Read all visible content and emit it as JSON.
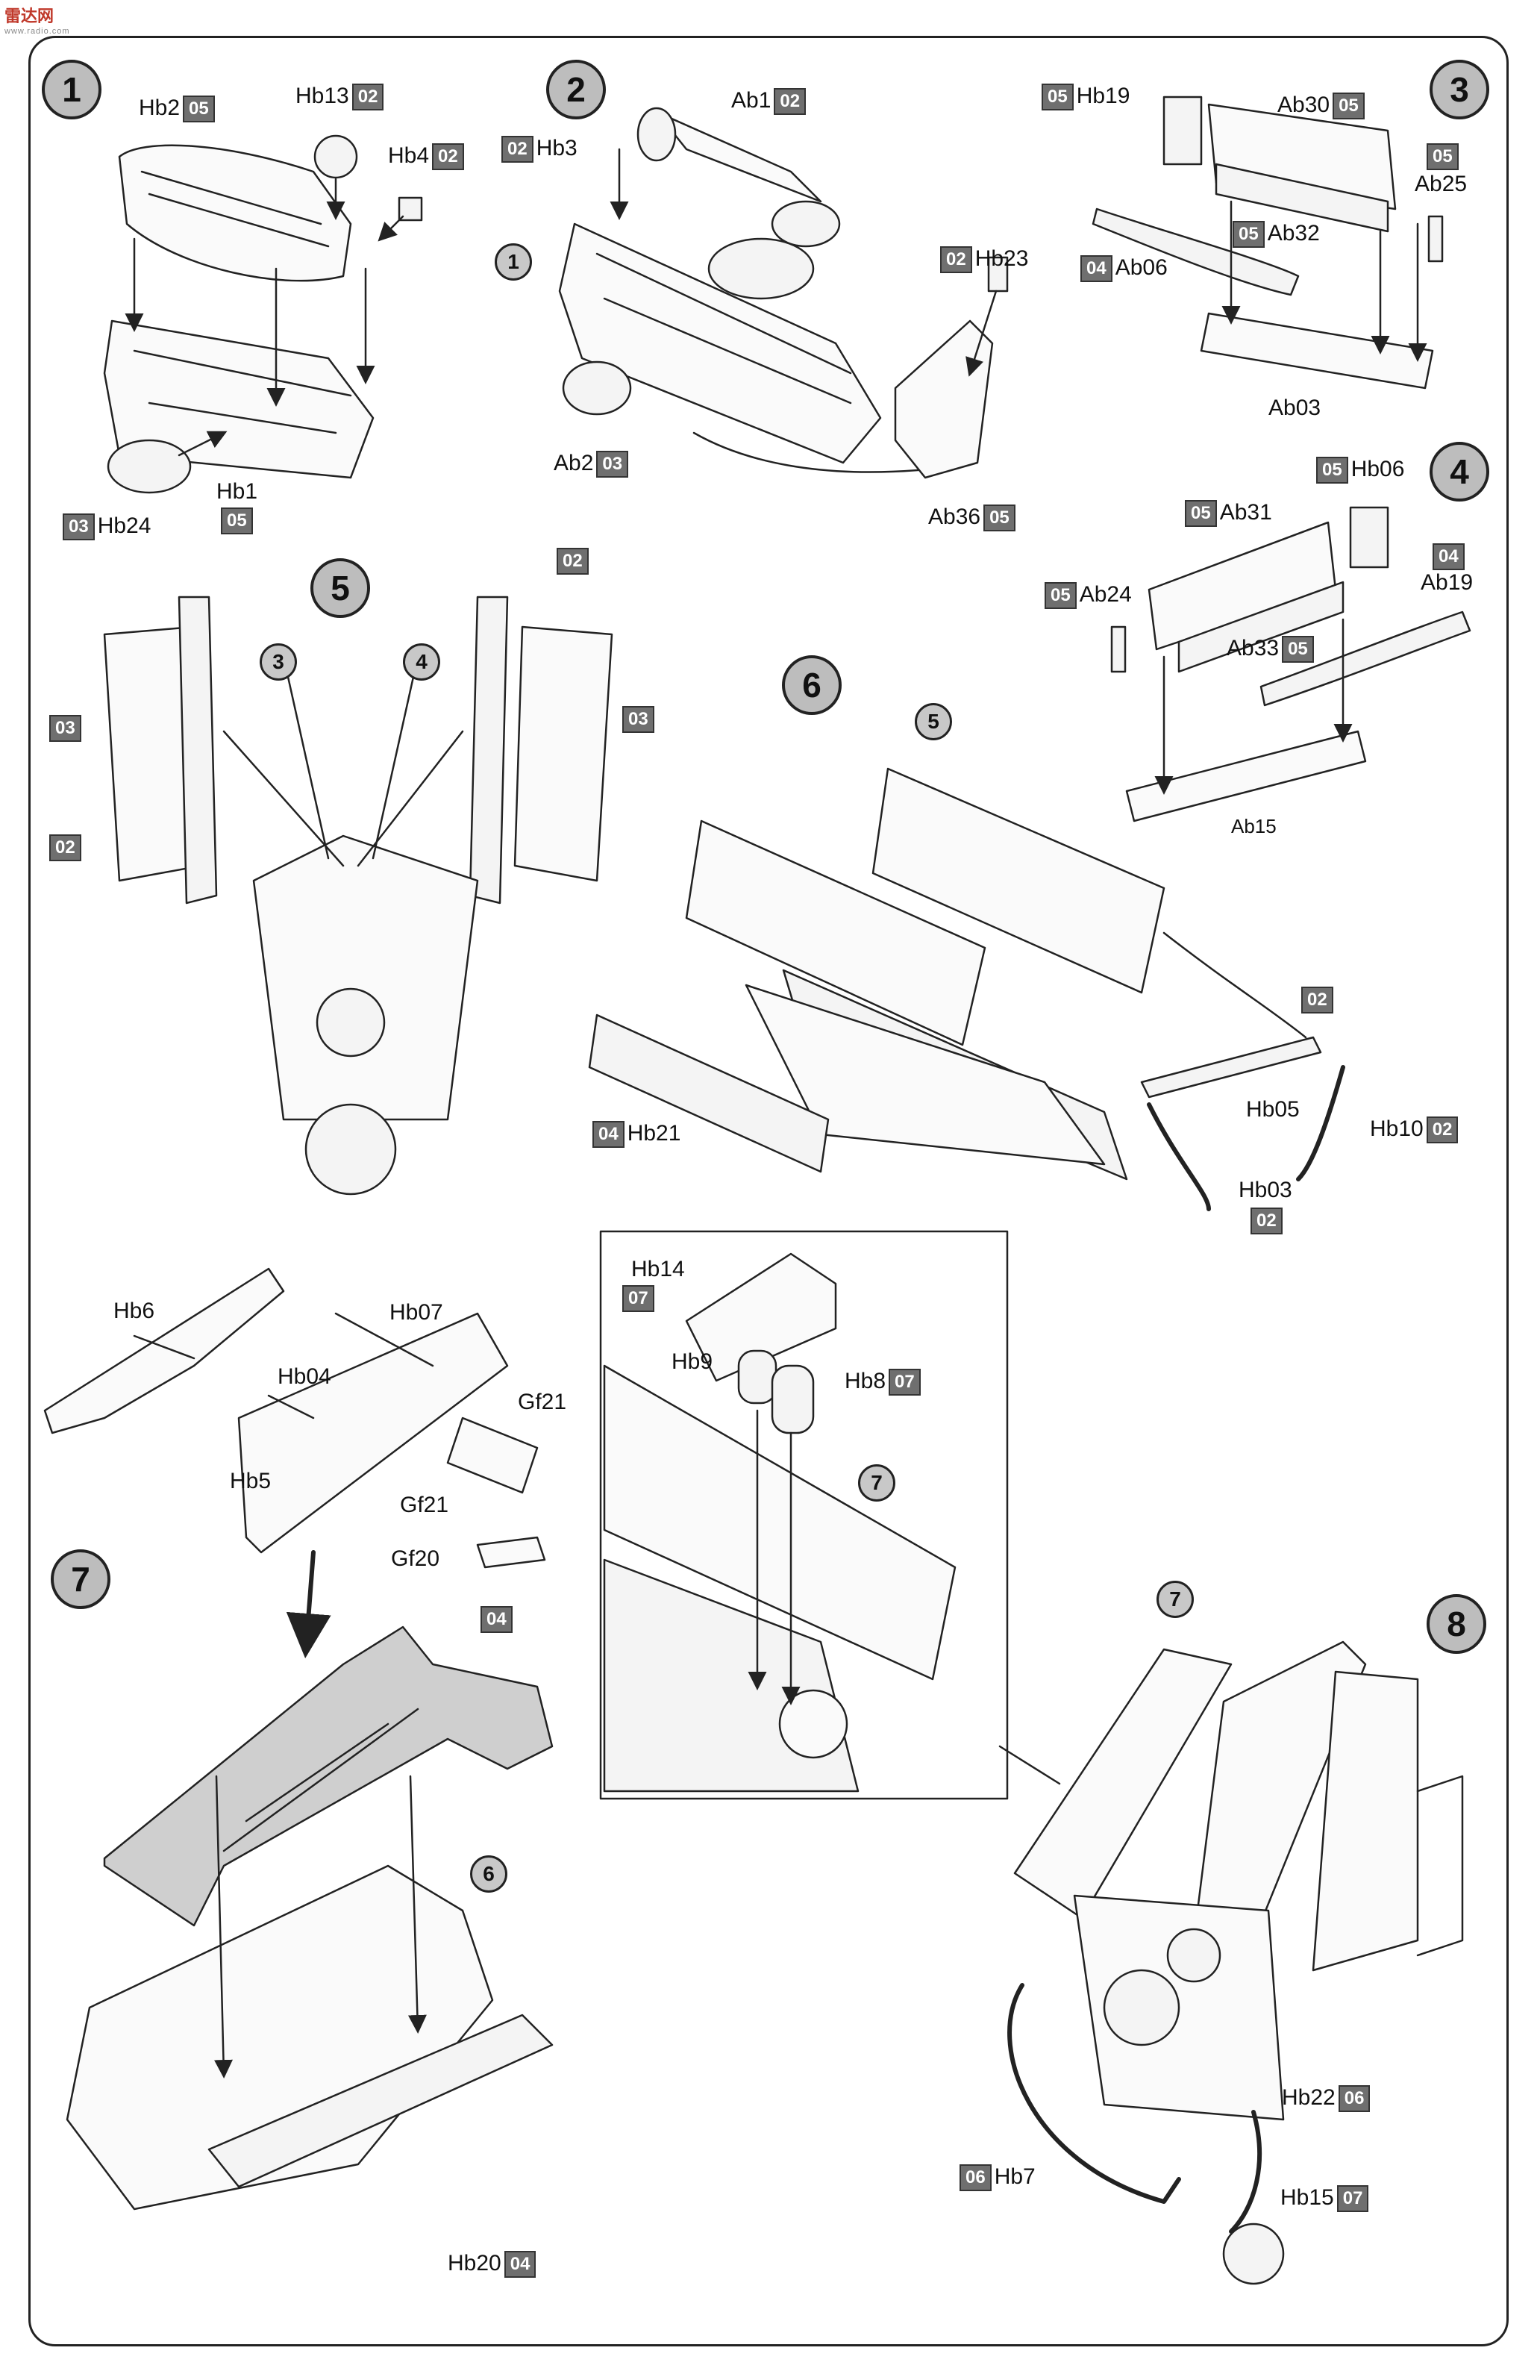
{
  "logo": {
    "text": "雷达网",
    "sub": "www.radio.com"
  },
  "steps": {
    "s1": "1",
    "s2": "2",
    "s3": "3",
    "s4": "4",
    "s5": "5",
    "s6": "6",
    "s7": "7",
    "s8": "8"
  },
  "refs": {
    "r1": "1",
    "r3": "3",
    "r4": "4",
    "r5": "5",
    "r6": "6",
    "r7a": "7",
    "r7b": "7"
  },
  "labels": {
    "hb2": "Hb2",
    "hb2_b": "05",
    "hb13": "Hb13",
    "hb13_b": "02",
    "hb4": "Hb4",
    "hb4_b": "02",
    "hb1": "Hb1",
    "hb1_b": "05",
    "hb24": "Hb24",
    "hb24_b": "03",
    "ab1": "Ab1",
    "ab1_b": "02",
    "hb3": "Hb3",
    "hb3_b": "02",
    "hb23": "Hb23",
    "hb23_b": "02",
    "ab2": "Ab2",
    "ab2_b": "03",
    "ab36": "Ab36",
    "ab36_b": "05",
    "hb19": "Hb19",
    "hb19_b": "05",
    "ab30": "Ab30",
    "ab30_b": "05",
    "ab25": "Ab25",
    "ab25_b": "05",
    "ab32": "Ab32",
    "ab32_b": "05",
    "ab06": "Ab06",
    "ab06_b": "04",
    "ab03": "Ab03",
    "hb06": "Hb06",
    "hb06_b": "05",
    "ab31": "Ab31",
    "ab31_b": "05",
    "ab19": "Ab19",
    "ab19_b": "04",
    "ab24": "Ab24",
    "ab24_b": "05",
    "ab33": "Ab33",
    "ab33_b": "05",
    "ab15": "Ab15",
    "s5_b1": "02",
    "s5_b2": "03",
    "s5_b3": "02",
    "s5_b4": "03",
    "hb21": "Hb21",
    "hb21_b": "04",
    "s6_b1": "02",
    "hb05": "Hb05",
    "hb10": "Hb10",
    "hb10_b": "02",
    "hb03": "Hb03",
    "hb03_b": "02",
    "hb6": "Hb6",
    "hb07": "Hb07",
    "hb04": "Hb04",
    "hb5": "Hb5",
    "gf21a": "Gf21",
    "gf21b": "Gf21",
    "gf20": "Gf20",
    "s7_b1": "04",
    "hb20": "Hb20",
    "hb20_b": "04",
    "hb14": "Hb14",
    "hb14_b": "07",
    "hb9": "Hb9",
    "hb8": "Hb8",
    "hb8_b": "07",
    "hb22": "Hb22",
    "hb22_b": "06",
    "hb7": "Hb7",
    "hb7_b": "06",
    "hb15": "Hb15",
    "hb15_b": "07"
  }
}
